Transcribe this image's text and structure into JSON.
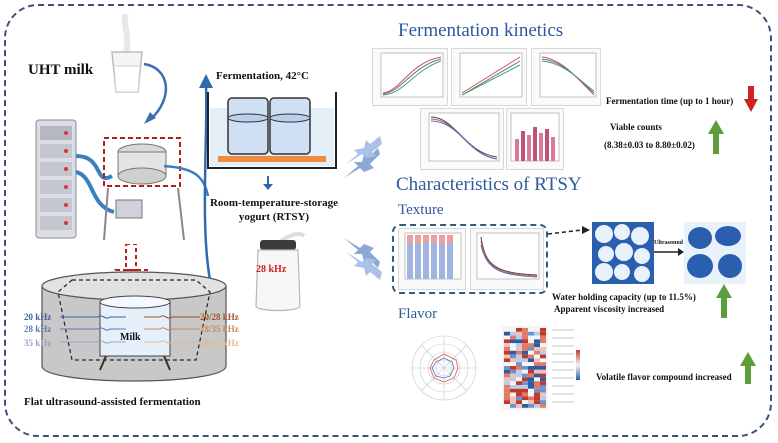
{
  "left": {
    "uht_label": "UHT milk",
    "flat_label": "Flat ultrasound-assisted fermentation",
    "milk_label": "Milk",
    "freqs_left": [
      "20 kHz",
      "28 kHz",
      "35 kHz"
    ],
    "freqs_right": [
      "20/28 kHz",
      "28/35 kHz",
      "20/35 kHz"
    ],
    "freq_colors_left": [
      "#3b5fa0",
      "#5e79b3",
      "#9aa3c7"
    ],
    "freq_colors_right": [
      "#a0522d",
      "#c98a5a",
      "#e5b98f"
    ]
  },
  "middle": {
    "fermentation_label": "Fermentation, 42°C",
    "rtsy_line1": "Room-temperature-storage",
    "rtsy_line2": "yogurt (RTSY)",
    "bottle_label": "28 kHz"
  },
  "right": {
    "kinetics_title": "Fermentation kinetics",
    "ferm_time": "Fermentation time (up to 1 hour)",
    "viable_counts": "Viable counts",
    "viable_range": "(8.38±0.03 to 8.80±0.02)",
    "characteristics_title": "Characteristics of RTSY",
    "texture_title": "Texture",
    "ultrasound_label": "Ultrasound",
    "whc": "Water holding capacity (up to 11.5%)",
    "viscosity": "Apparent viscosity increased",
    "flavor_title": "Flavor",
    "volatile": "Volatile flavor compound increased"
  },
  "colors": {
    "heading": "#2d5a9e",
    "arrow_up": "#5c9e3c",
    "arrow_down": "#d0231f",
    "chevron": "#8aa8d8",
    "heater": "#f08a3c"
  }
}
